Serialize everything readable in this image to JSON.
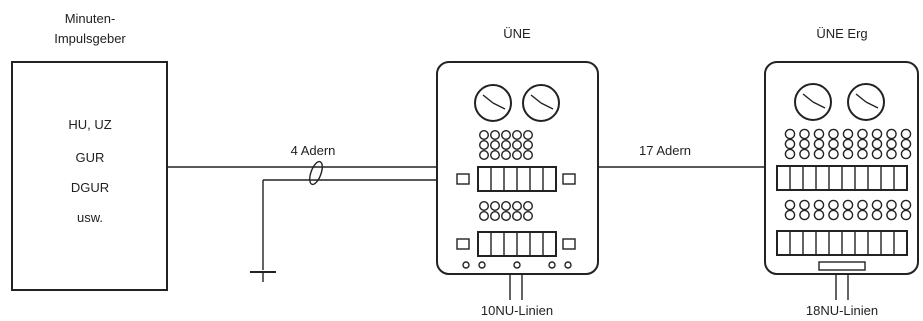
{
  "generator": {
    "title_line1": "Minuten-",
    "title_line2": "Impulsgeber",
    "lines": [
      "HU, UZ",
      "GUR",
      "DGUR",
      "usw."
    ]
  },
  "links": {
    "generator_to_une": "4 Adern",
    "une_to_erg": "17 Adern"
  },
  "une": {
    "title": "ÜNE",
    "bottom_label": "10NU-Linien"
  },
  "une_erg": {
    "title": "ÜNE Erg",
    "bottom_label": "18NU-Linien"
  }
}
